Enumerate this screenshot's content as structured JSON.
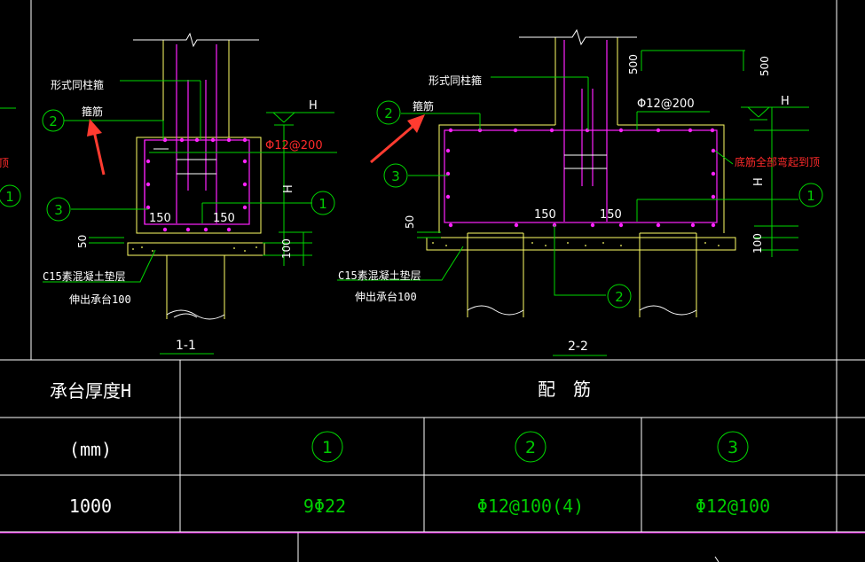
{
  "section_1": {
    "title": "1-1",
    "label_form": "形式同柱箍",
    "label_stirrup": "箍筋",
    "rebar_spec": "Φ12@200",
    "dim_150_a": "150",
    "dim_150_b": "150",
    "dim_50": "50",
    "dim_100": "100",
    "label_H": "H",
    "label_H_dim": "H",
    "callout_1": "1",
    "callout_2": "2",
    "callout_3": "3",
    "callout_1_left": "1",
    "red_edge_text": "顶",
    "cushion_line1": "C15素混凝土垫层",
    "cushion_line2": "伸出承台100"
  },
  "section_2": {
    "title": "2-2",
    "label_form": "形式同柱箍",
    "label_stirrup": "箍筋",
    "rebar_spec": "Φ12@200",
    "dim_500_a": "500",
    "dim_500_b": "500",
    "dim_150_a": "150",
    "dim_150_b": "150",
    "dim_50": "50",
    "dim_100": "100",
    "label_H": "H",
    "label_H_dim": "H",
    "red_note": "底筋全部弯起到顶",
    "callout_1": "1",
    "callout_2": "2",
    "callout_2_bottom": "2",
    "callout_3": "3",
    "cushion_line1": "C15素混凝土垫层",
    "cushion_line2": "伸出承台100"
  },
  "table": {
    "header_thickness": "承台厚度H",
    "header_rebar": "配　筋",
    "unit": "(mm)",
    "col_1": "1",
    "col_2": "2",
    "col_3": "3",
    "row_thickness": "1000",
    "rebar_1": "9Φ22",
    "rebar_2": "Φ12@100(4)",
    "rebar_3": "Φ12@100"
  },
  "colors": {
    "line_white": "#ffffff",
    "line_yellow": "#ffff66",
    "line_green": "#00d800",
    "line_magenta": "#ff22ff",
    "line_red": "#ff2020",
    "text_green": "#00cc00",
    "text_red": "#ff2a2a",
    "arrow_red": "#ff3b30"
  }
}
